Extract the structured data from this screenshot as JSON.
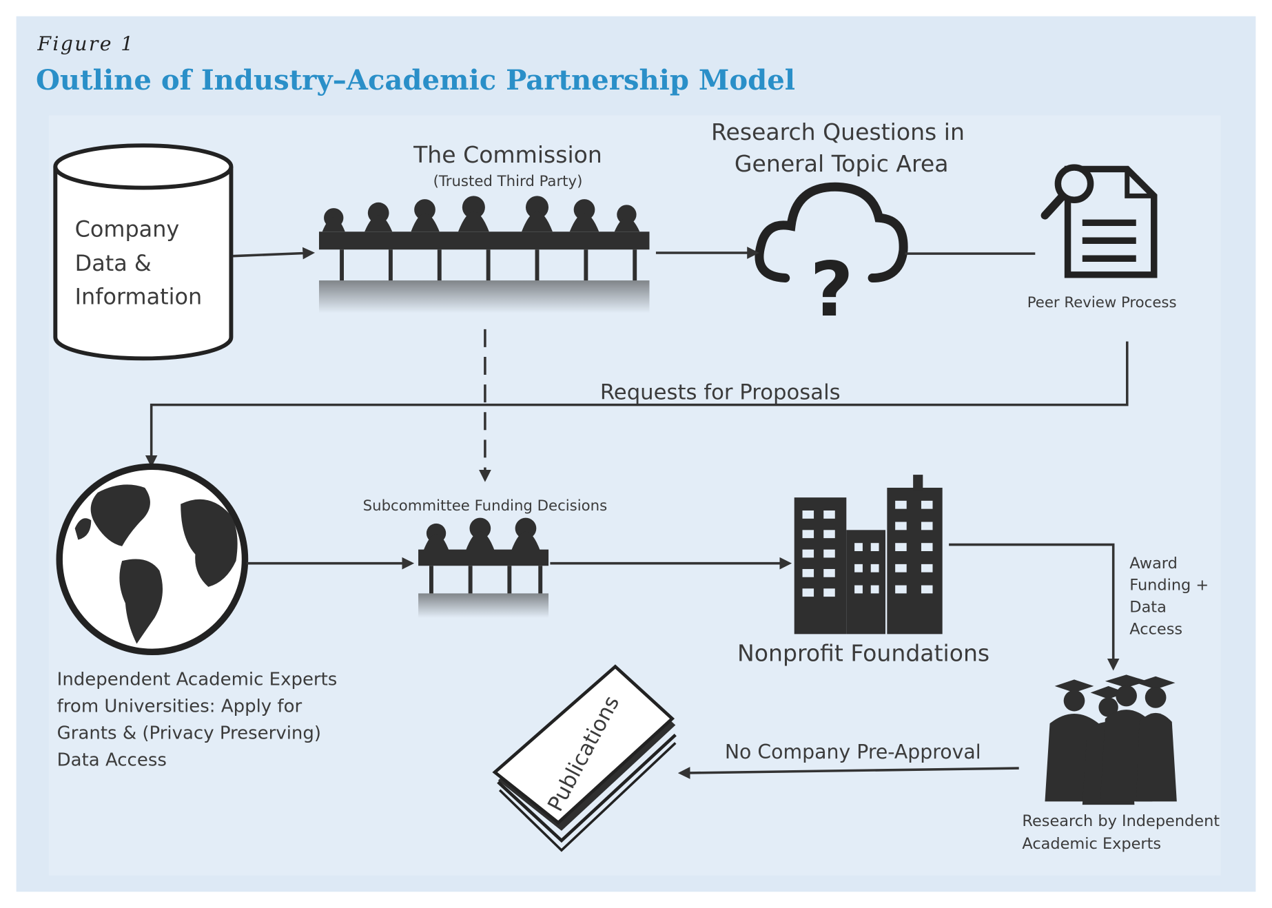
{
  "figure_label": "Figure 1",
  "title": "Outline of Industry–Academic Partnership Model",
  "nodes": {
    "company_data": [
      "Company",
      "Data &",
      "Information"
    ],
    "commission_title": "The Commission",
    "commission_subtitle": "(Trusted Third Party)",
    "research_questions": [
      "Research Questions in",
      "General Topic Area"
    ],
    "peer_review": "Peer Review Process",
    "subcommittee": "Subcommittee Funding Decisions",
    "nonprofits": "Nonprofit Foundations",
    "academic_experts": [
      "Independent Academic Experts",
      "from Universities: Apply for",
      "Grants & (Privacy Preserving)",
      "Data Access"
    ],
    "research_by": [
      "Research by Independent",
      "Academic Experts"
    ],
    "publications": "Publications"
  },
  "edges": {
    "requests_for_proposals": "Requests for Proposals",
    "award_funding": [
      "Award",
      "Funding +",
      "Data",
      "Access"
    ],
    "no_preapproval": "No Company Pre-Approval"
  },
  "colors": {
    "panel": "#dde9f5",
    "inner_panel": "#e3edf7",
    "title": "#2a8fc8",
    "ink": "#2f2f2f"
  }
}
